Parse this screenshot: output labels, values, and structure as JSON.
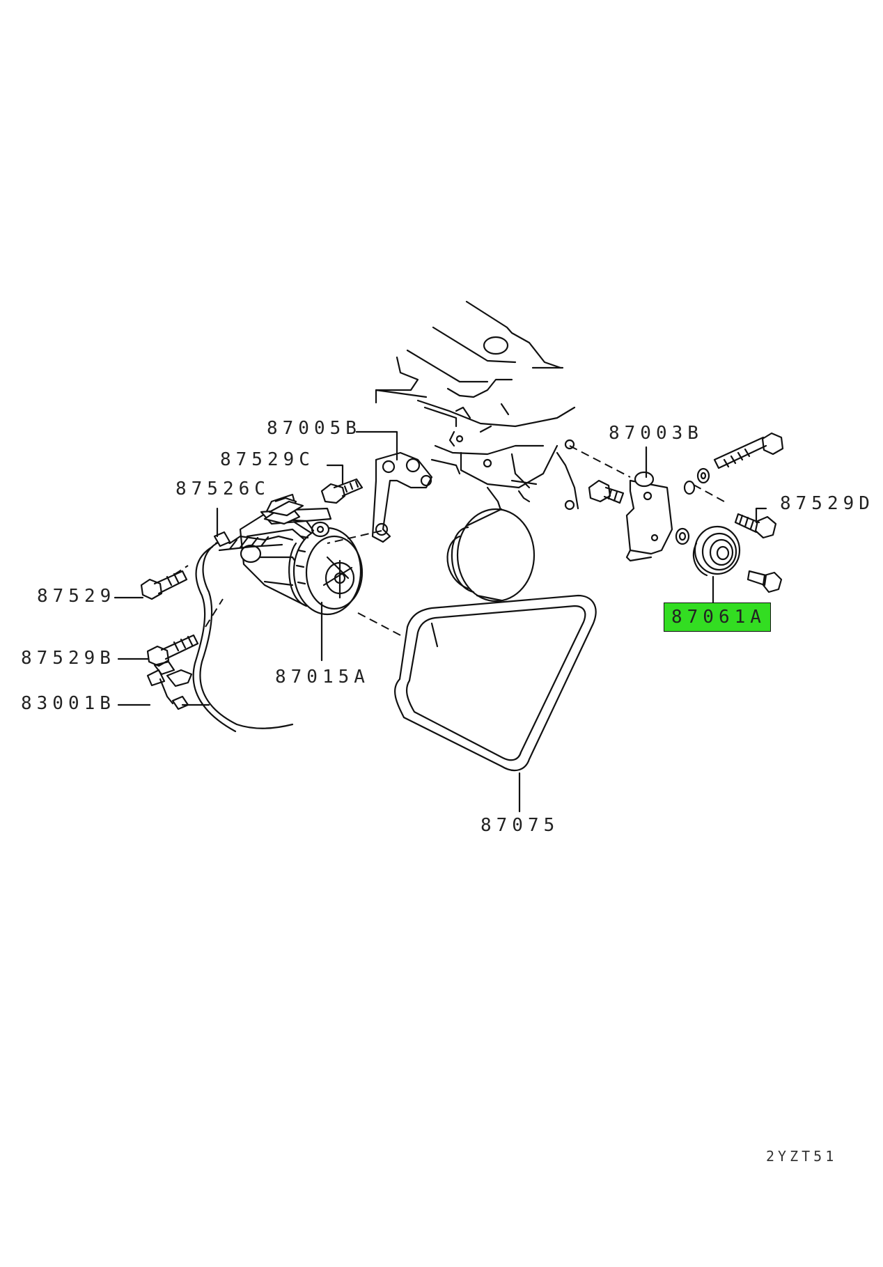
{
  "diagram": {
    "parts": [
      {
        "id": "p87005B",
        "number": "87005B"
      },
      {
        "id": "p87003B",
        "number": "87003B"
      },
      {
        "id": "p87529C",
        "number": "87529C"
      },
      {
        "id": "p87526C",
        "number": "87526C"
      },
      {
        "id": "p87529D",
        "number": "87529D"
      },
      {
        "id": "p87529",
        "number": "87529"
      },
      {
        "id": "p87061A",
        "number": "87061A",
        "highlighted": true
      },
      {
        "id": "p87529B",
        "number": "87529B"
      },
      {
        "id": "p87015A",
        "number": "87015A"
      },
      {
        "id": "p83001B",
        "number": "83001B"
      },
      {
        "id": "p87075",
        "number": "87075"
      }
    ],
    "drawing_code": "2YZT51",
    "highlight_color": "#33dd22"
  }
}
